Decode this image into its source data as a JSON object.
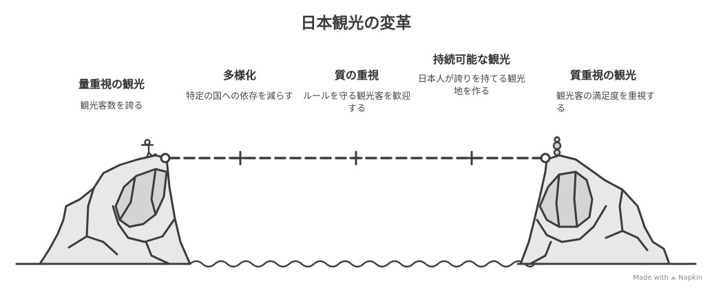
{
  "title": "日本観光の変革",
  "stages": [
    {
      "title": "量重視の観光",
      "desc": "観光客数を誇る"
    },
    {
      "title": "多様化",
      "desc": "特定の国への依存を減らす"
    },
    {
      "title": "質の重視",
      "desc": "ルールを守る観光客を歓迎する"
    },
    {
      "title": "持続可能な観光",
      "desc": "日本人が誇りを持てる観光地を作る"
    },
    {
      "title": "質重視の観光",
      "desc": "観光客の満足度を重視する"
    }
  ],
  "watermark": "Made with ⩕ Napkin",
  "colors": {
    "stroke": "#3c3c3c",
    "rock_fill": "#e8e8e8",
    "rock_shadow": "#d4d4d4"
  }
}
